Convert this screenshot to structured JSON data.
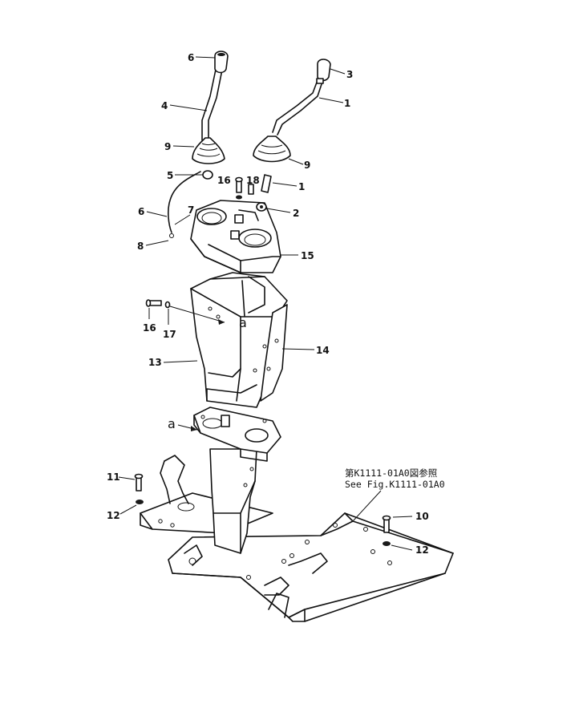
{
  "note": {
    "line1": "第K1111-01A0図参照",
    "line2": "See Fig.K1111-01A0"
  },
  "callouts": [
    {
      "id": "c6a",
      "text": "6"
    },
    {
      "id": "c3",
      "text": "3"
    },
    {
      "id": "c1a",
      "text": "1"
    },
    {
      "id": "c4",
      "text": "4"
    },
    {
      "id": "c9a",
      "text": "9"
    },
    {
      "id": "c9b",
      "text": "9"
    },
    {
      "id": "c5",
      "text": "5"
    },
    {
      "id": "c16a",
      "text": "16"
    },
    {
      "id": "c18",
      "text": "18"
    },
    {
      "id": "c1b",
      "text": "1"
    },
    {
      "id": "c2",
      "text": "2"
    },
    {
      "id": "c6b",
      "text": "6"
    },
    {
      "id": "c7",
      "text": "7"
    },
    {
      "id": "c8",
      "text": "8"
    },
    {
      "id": "c15",
      "text": "15"
    },
    {
      "id": "c16b",
      "text": "16"
    },
    {
      "id": "c17",
      "text": "17"
    },
    {
      "id": "ca1",
      "text": "a"
    },
    {
      "id": "c14",
      "text": "14"
    },
    {
      "id": "c13",
      "text": "13"
    },
    {
      "id": "ca2",
      "text": "a"
    },
    {
      "id": "c11",
      "text": "11"
    },
    {
      "id": "c12a",
      "text": "12"
    },
    {
      "id": "c10",
      "text": "10"
    },
    {
      "id": "c12b",
      "text": "12"
    }
  ]
}
